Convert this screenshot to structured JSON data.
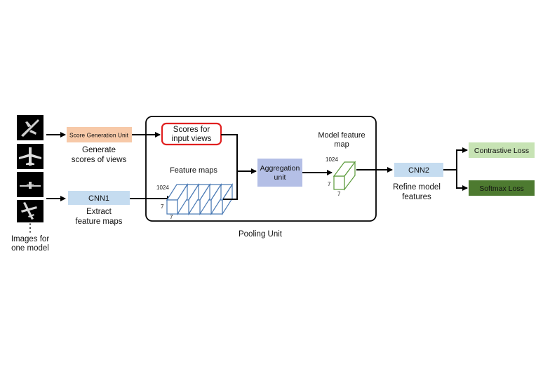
{
  "input_images": {
    "caption_line1": "Images for",
    "caption_line2": "one model",
    "ellipsis": "⋮"
  },
  "score_unit": {
    "label": "Score Generation Unit",
    "caption_line1": "Generate",
    "caption_line2": "scores of views",
    "fill": "#f7c9a8"
  },
  "cnn1": {
    "label": "CNN1",
    "caption_line1": "Extract",
    "caption_line2": "feature maps",
    "fill": "#c5dcf0"
  },
  "pooling_unit": {
    "label": "Pooling Unit",
    "scores": {
      "line1": "Scores for",
      "line2": "input views",
      "border": "#e02020"
    },
    "feature_maps": {
      "label": "Feature maps",
      "dim_depth": "1024",
      "dim_h": "7",
      "dim_w": "7",
      "color": "#4a7ab5"
    },
    "aggregation": {
      "line1": "Aggregation",
      "line2": "unit",
      "fill": "#b4bfe6"
    },
    "model_feature_map": {
      "line1": "Model feature",
      "line2": "map",
      "dim_depth": "1024",
      "dim_h": "7",
      "dim_w": "7",
      "color": "#5a9a3a"
    }
  },
  "cnn2": {
    "label": "CNN2",
    "caption_line1": "Refine model",
    "caption_line2": "features",
    "fill": "#c5dcf0"
  },
  "losses": {
    "contrastive": {
      "label": "Contrastive Loss",
      "fill": "#c7e3b4"
    },
    "softmax": {
      "label": "Softmax Loss",
      "fill": "#4d7a30"
    }
  }
}
